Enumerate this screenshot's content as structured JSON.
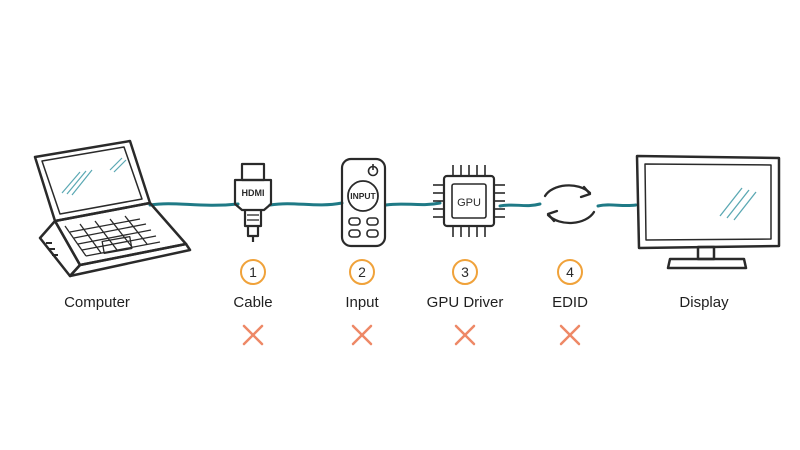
{
  "diagram": {
    "source_label": "Computer",
    "destination_label": "Display",
    "checkpoints": [
      {
        "number": "1",
        "label": "Cable",
        "icon": "hdmi-connector-icon",
        "icon_text": "HDMI",
        "status": "failed"
      },
      {
        "number": "2",
        "label": "Input",
        "icon": "remote-control-icon",
        "icon_text": "INPUT",
        "status": "failed"
      },
      {
        "number": "3",
        "label": "GPU Driver",
        "icon": "gpu-chip-icon",
        "icon_text": "GPU",
        "status": "failed"
      },
      {
        "number": "4",
        "label": "EDID",
        "icon": "handshake-arrows-icon",
        "status": "failed"
      }
    ]
  },
  "colors": {
    "connection_line": "#1f7a86",
    "badge_ring": "#f0a23a",
    "fail_mark": "#ee8866",
    "ink": "#2a2a2a",
    "screen_hatch": "#5aa8b3"
  }
}
